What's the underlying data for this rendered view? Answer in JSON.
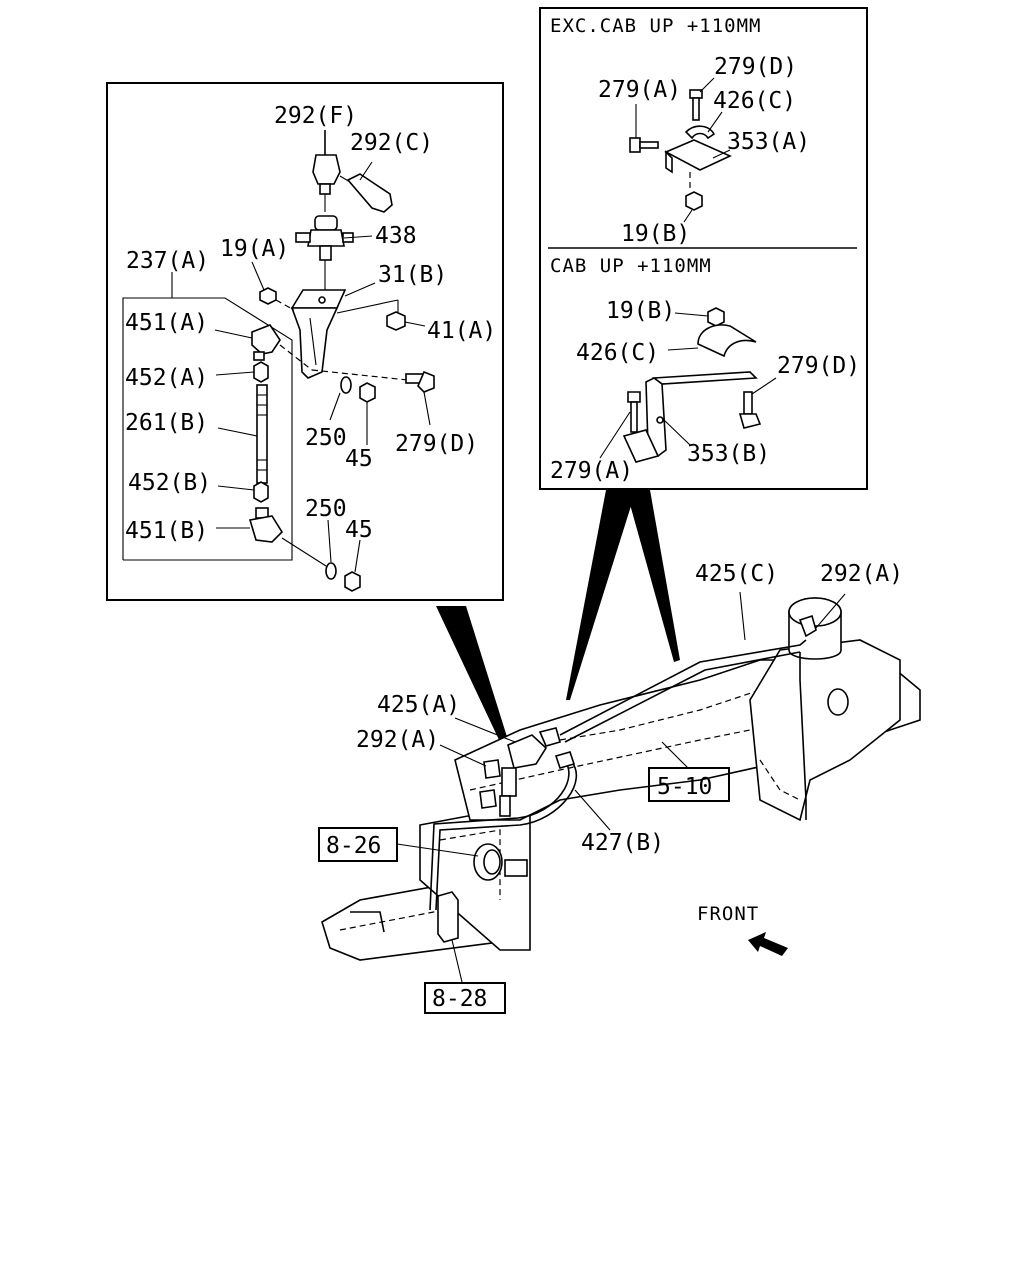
{
  "panels": {
    "exc_cab_up": {
      "title": "EXC.CAB UP +110MM"
    },
    "cab_up": {
      "title": "CAB UP +110MM"
    }
  },
  "callouts": {
    "c292F": "292(F)",
    "c292C": "292(C)",
    "c438": "438",
    "c237A": "237(A)",
    "c19A": "19(A)",
    "c31B": "31(B)",
    "c451A": "451(A)",
    "c41A": "41(A)",
    "c452A": "452(A)",
    "c261B": "261(B)",
    "c250a": "250",
    "c45a": "45",
    "c279Da": "279(D)",
    "c452B": "452(B)",
    "c250b": "250",
    "c45b": "45",
    "c451B": "451(B)",
    "e279A": "279(A)",
    "e279D": "279(D)",
    "e426C": "426(C)",
    "e353A": "353(A)",
    "e19B": "19(B)",
    "u19B": "19(B)",
    "u426C": "426(C)",
    "u279D": "279(D)",
    "u279A": "279(A)",
    "u353B": "353(B)",
    "m425C": "425(C)",
    "m292Aright": "292(A)",
    "m425A": "425(A)",
    "m292Aleft": "292(A)",
    "m427B": "427(B)"
  },
  "refs": {
    "ref510": "5-10",
    "ref826": "8-26",
    "ref828": "8-28"
  },
  "direction": {
    "front": "FRONT"
  }
}
